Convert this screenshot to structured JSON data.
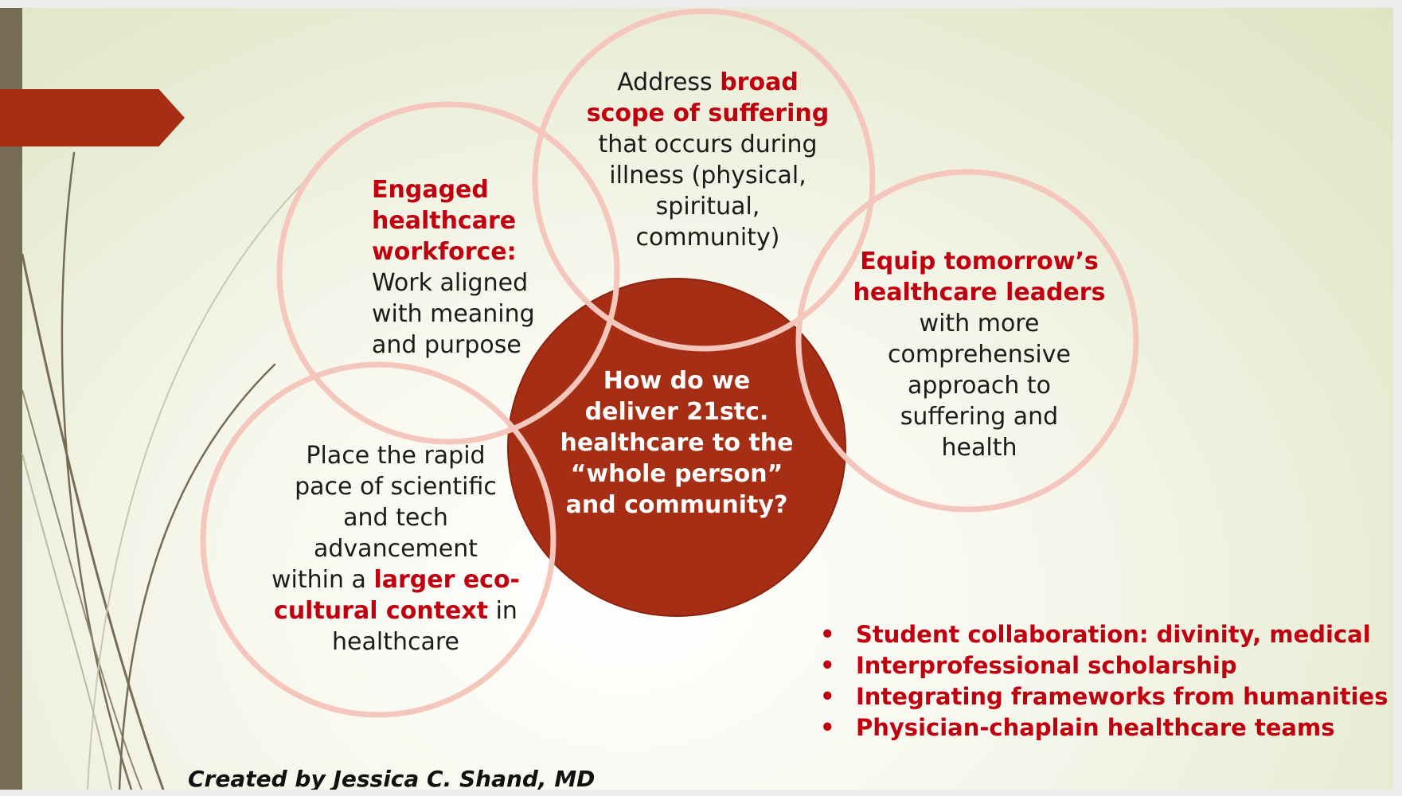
{
  "center": {
    "lines": [
      "How do we",
      "deliver  21stc.",
      "healthcare to the",
      "“whole person”",
      "and community?"
    ]
  },
  "top_circle": {
    "line1_plain": "Address ",
    "line1_bold": "broad",
    "line2_bold": "scope of suffering",
    "rest": [
      "that occurs during",
      "illness (physical,",
      "spiritual,",
      "community)"
    ]
  },
  "left_circle": {
    "bold_lines": [
      "Engaged",
      "healthcare",
      "workforce:"
    ],
    "lines": [
      "Work aligned",
      "with meaning",
      "and purpose"
    ]
  },
  "right_circle": {
    "bold_lines": [
      "Equip tomorrow’s",
      "healthcare leaders"
    ],
    "lines": [
      "with more",
      "comprehensive",
      "approach to",
      "suffering and",
      "health"
    ]
  },
  "bottom_circle": {
    "lines_plain": [
      "Place the rapid",
      "pace of scientific",
      "and tech",
      "advancement"
    ],
    "line5_plain": "within a ",
    "line5_bold": "larger eco-",
    "line6_bold": "cultural context",
    "line6_plain": " in",
    "line7_plain": "healthcare"
  },
  "bullets": [
    "Student collaboration: divinity, medical",
    "Interprofessional scholarship",
    "Integrating frameworks from humanities",
    "Physician-chaplain healthcare teams"
  ],
  "bullet_symbol": "•",
  "credit": "Created by Jessica C. Shand, MD",
  "colors": {
    "accent_red": "#c0000e",
    "center_fill": "#a52e14",
    "ring": "#f5c6bc",
    "sidebar": "#766c55"
  }
}
